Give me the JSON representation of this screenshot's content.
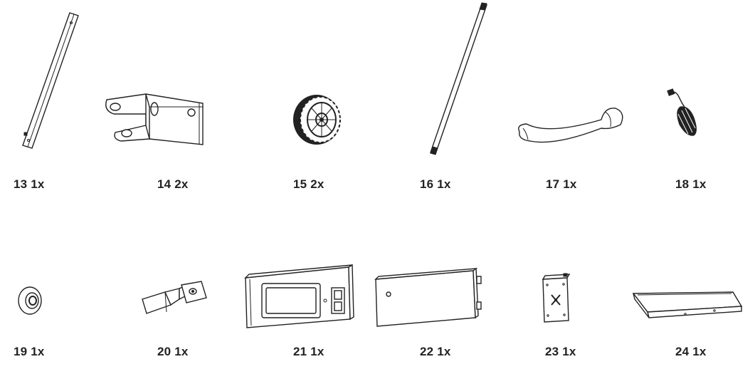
{
  "parts": [
    {
      "number": "13",
      "qty": "1x",
      "icon": "frame-rail-icon"
    },
    {
      "number": "14",
      "qty": "2x",
      "icon": "axle-bracket-icon"
    },
    {
      "number": "15",
      "qty": "2x",
      "icon": "wheel-icon"
    },
    {
      "number": "16",
      "qty": "1x",
      "icon": "axle-rod-icon"
    },
    {
      "number": "17",
      "qty": "1x",
      "icon": "handle-icon"
    },
    {
      "number": "18",
      "qty": "1x",
      "icon": "control-knob-icon"
    },
    {
      "number": "19",
      "qty": "1x",
      "icon": "washer-icon"
    },
    {
      "number": "20",
      "qty": "1x",
      "icon": "angle-bracket-icon"
    },
    {
      "number": "21",
      "qty": "1x",
      "icon": "firebox-door-icon"
    },
    {
      "number": "22",
      "qty": "1x",
      "icon": "door-panel-icon"
    },
    {
      "number": "23",
      "qty": "1x",
      "icon": "damper-plate-icon"
    },
    {
      "number": "24",
      "qty": "1x",
      "icon": "tray-icon"
    }
  ]
}
